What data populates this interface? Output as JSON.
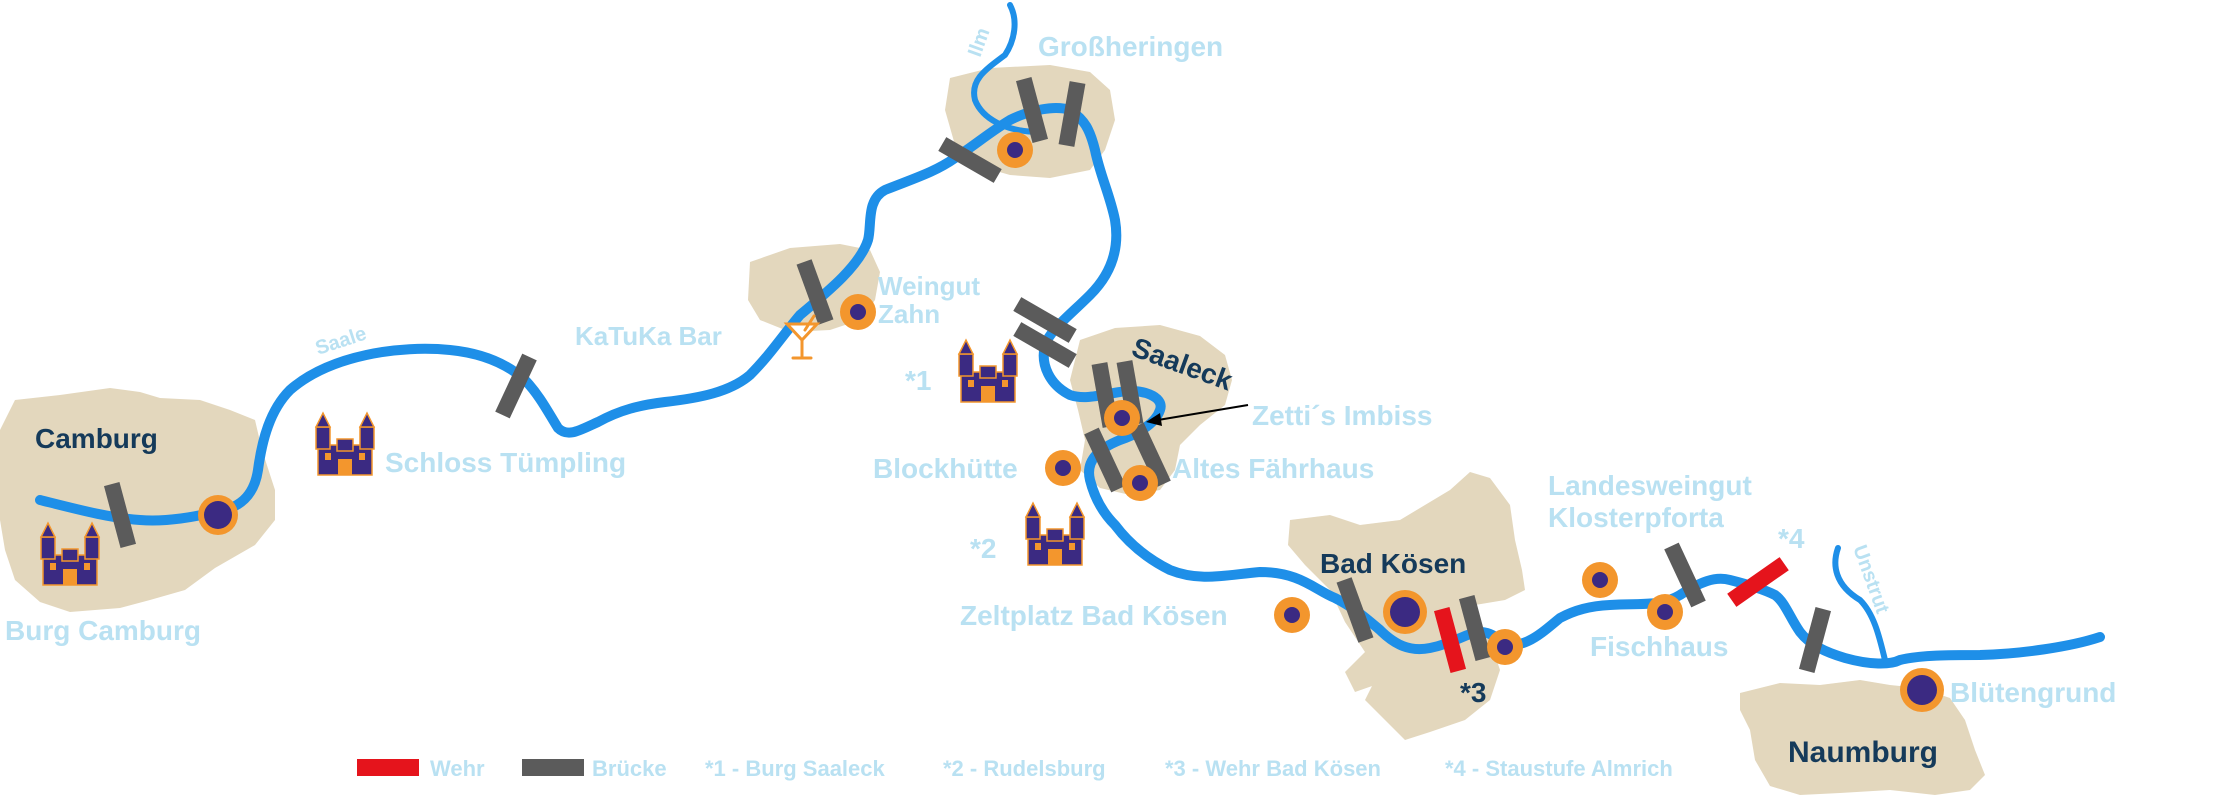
{
  "colors": {
    "river": "#1e8fe8",
    "land": "#e3d7bd",
    "town_label": "#153a5a",
    "poi_label": "#b9e1f2",
    "marker_outer": "#f3962d",
    "marker_inner": "#3b2a82",
    "bridge": "#5b5b5b",
    "weir": "#e5141c",
    "castle": "#3b2a82"
  },
  "rivers": {
    "saale": "Saale",
    "ilm": "Ilm",
    "unstrut": "Unstrut"
  },
  "towns": {
    "camburg": "Camburg",
    "grossheringen": "Großheringen",
    "saaleck": "Saaleck",
    "bad_koesen": "Bad Kösen",
    "naumburg": "Naumburg"
  },
  "pois": {
    "burg_camburg": "Burg Camburg",
    "schloss_tuempling": "Schloss Tümpling",
    "katuka_bar": "KaTuKa Bar",
    "weingut_zahn_1": "Weingut",
    "weingut_zahn_2": "Zahn",
    "zettis_imbiss": "Zetti´s Imbiss",
    "altes_faehrhaus": "Altes Fährhaus",
    "blockhuette": "Blockhütte",
    "zeltplatz": "Zeltplatz Bad Kösen",
    "landesweingut_1": "Landesweingut",
    "landesweingut_2": "Klosterpforta",
    "fischhaus": "Fischhaus",
    "bluetengrund": "Blütengrund"
  },
  "markers": {
    "m1": "*1",
    "m2": "*2",
    "m3": "*3",
    "m4": "*4"
  },
  "legend": {
    "weir": "Wehr",
    "bridge": "Brücke",
    "note1": "*1 - Burg Saaleck",
    "note2": "*2 - Rudelsburg",
    "note3": "*3 - Wehr Bad Kösen",
    "note4": "*4 - Staustufe Almrich"
  },
  "icons": [
    "castle-icon",
    "cocktail-glass-icon",
    "location-marker-icon",
    "bridge-symbol",
    "weir-symbol"
  ]
}
